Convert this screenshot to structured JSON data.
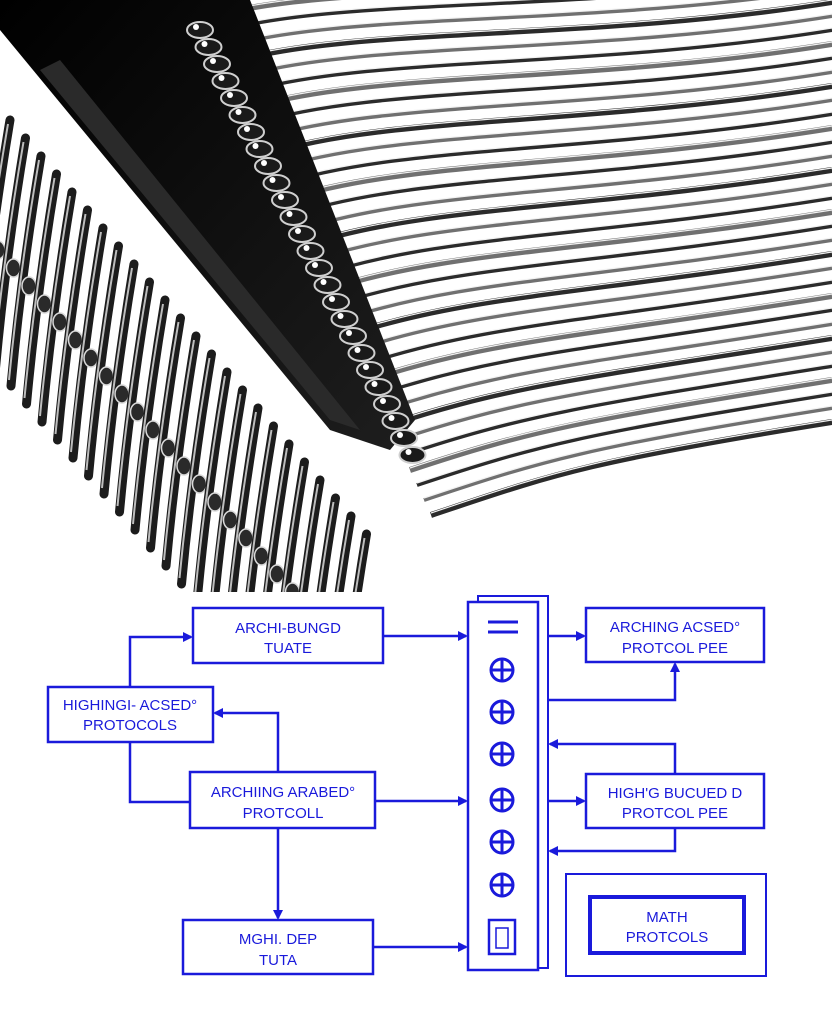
{
  "colors": {
    "accent": "#1a1adb",
    "photo_bg": "#ffffff",
    "chip": "#0b0b0b"
  },
  "photo": {
    "subject": "integrated-circuit-pins",
    "style": "black-and-white-macro"
  },
  "diagram": {
    "box_a": [
      "ARCHI-BUNGD",
      "TUATE"
    ],
    "box_b": [
      "HIGHINGI- ACSED°",
      "PROTOCOLS"
    ],
    "box_c": [
      "ARCHIING ARABED°",
      "PROTCOLL"
    ],
    "box_d": [
      "MGHI. DEP",
      "TUTA"
    ],
    "box_e": [
      "ARCHING ACSED°",
      "PROTCOL PEE"
    ],
    "box_f": [
      "HIGH'G BUCUED D",
      "PROTCOL PEE"
    ],
    "box_g": [
      "MATH",
      "PROTCOLS"
    ],
    "bus": {
      "ports": [
        "slot-icon",
        "plus-circle-icon",
        "plus-circle-icon",
        "plus-circle-icon",
        "plus-circle-icon",
        "plus-circle-icon",
        "plus-circle-icon",
        "square-slot-icon"
      ]
    }
  }
}
